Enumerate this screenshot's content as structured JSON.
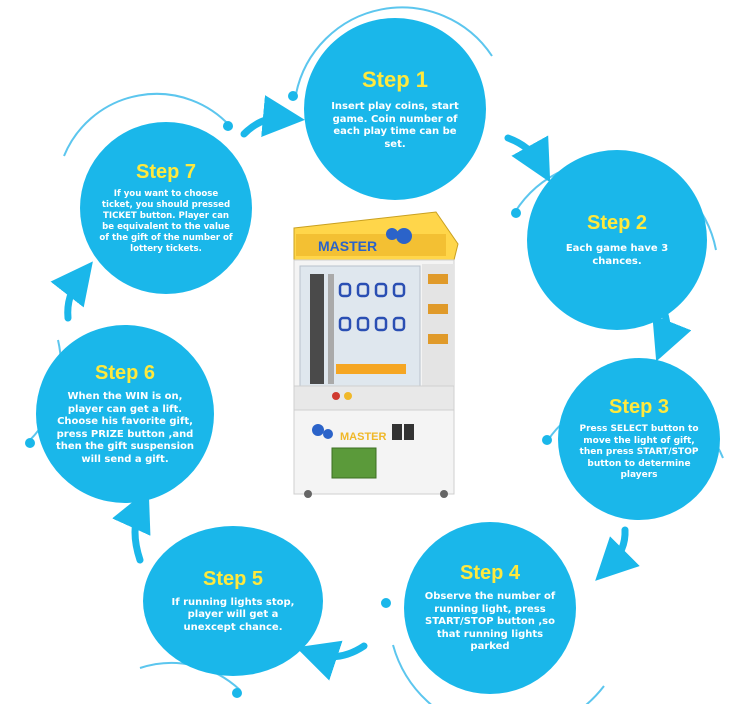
{
  "steps": [
    {
      "title": "Step 1",
      "text": "Insert play coins, start game. Coin number of each play time can be set."
    },
    {
      "title": "Step 2",
      "text": "Each game have 3 chances."
    },
    {
      "title": "Step 3",
      "text": "Press SELECT button to move the light of gift, then press START/STOP button to determine players"
    },
    {
      "title": "Step 4",
      "text": "Observe the number of running light, press START/STOP button ,so that running lights parked"
    },
    {
      "title": "Step 5",
      "text": "If running lights stop, player will get a unexcept chance."
    },
    {
      "title": "Step 6",
      "text": "When the WIN is on, player can get a lift. Choose his favorite gift, press PRIZE button ,and then the gift suspension will send a gift."
    },
    {
      "title": "Step 7",
      "text": "If you want to choose ticket, you should pressed TICKET button. Player can be equivalent to the value of the gift of the number of lottery tickets."
    }
  ],
  "colors": {
    "circle": "#1ab7ea",
    "title": "#ffe93d",
    "text": "#ffffff",
    "ring": "#3bb9e8"
  }
}
